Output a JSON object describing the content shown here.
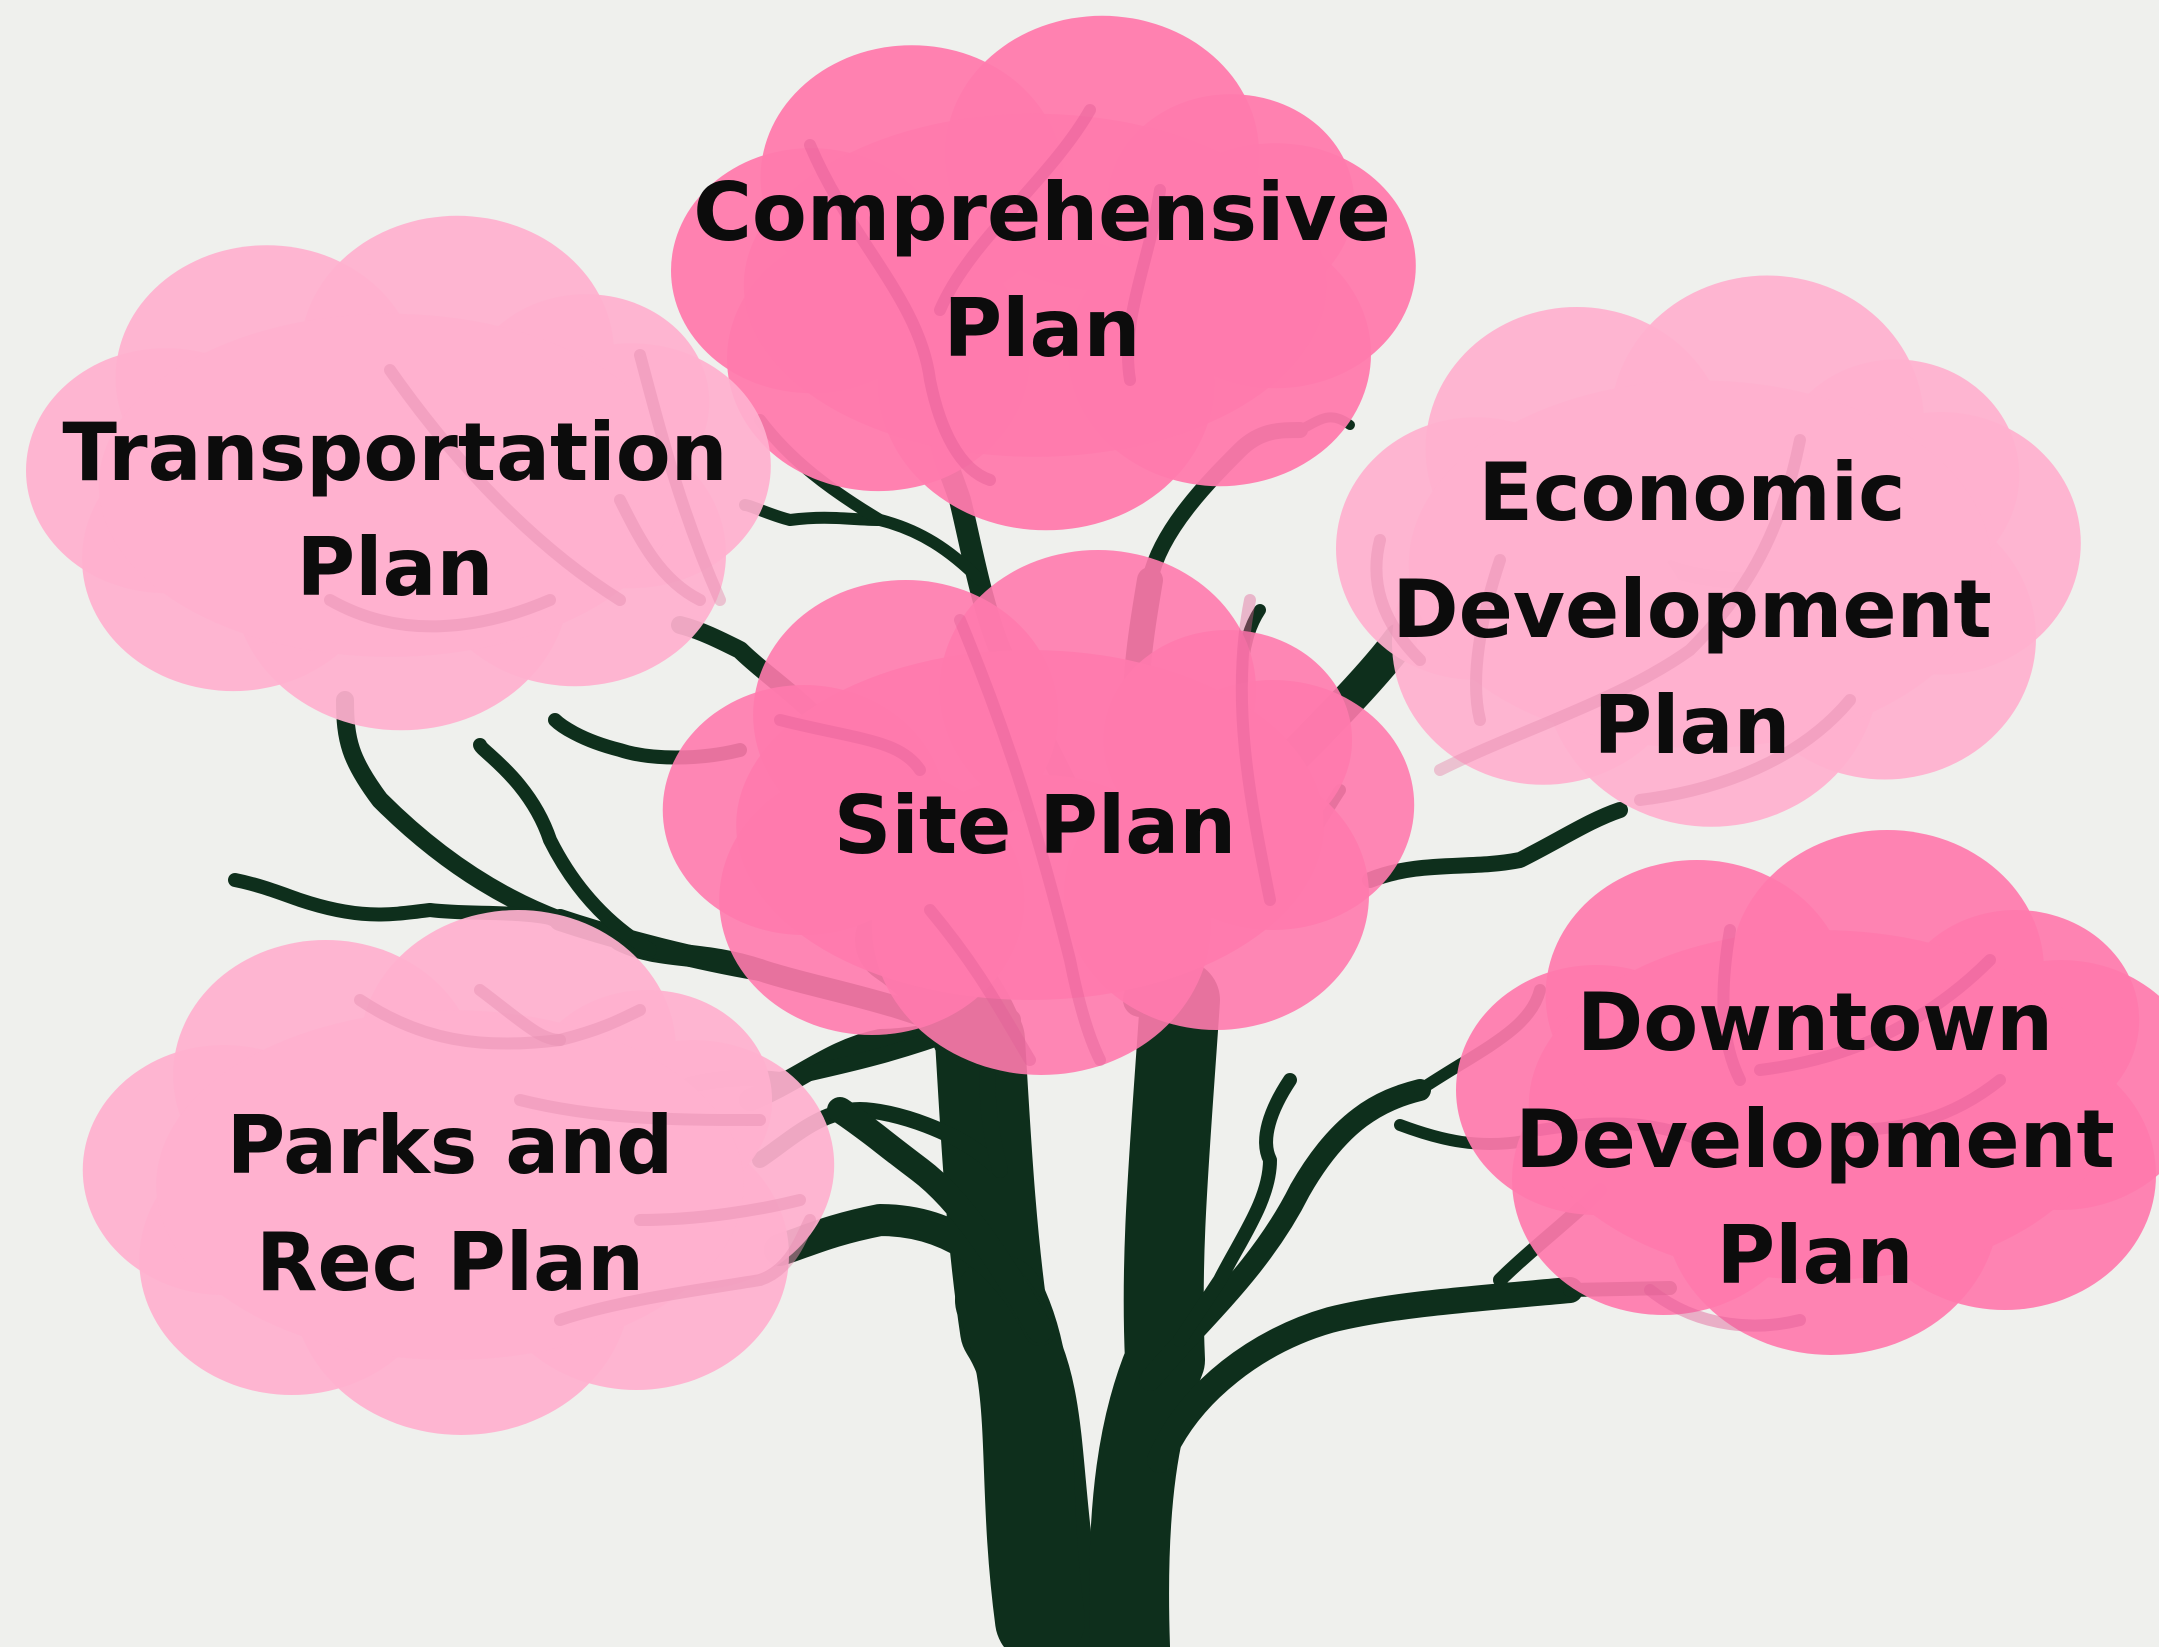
{
  "colors": {
    "background": "#eff0ed",
    "trunk": "#0e2f1c",
    "cloud_dark": "#ff7aad",
    "cloud_light": "#ffb0cf",
    "text": "#0c0c0c"
  },
  "clouds": {
    "comprehensive": {
      "line1": "Comprehensive",
      "line2": "Plan",
      "shade": "dark"
    },
    "transportation": {
      "line1": "Transportation",
      "line2": "Plan",
      "shade": "light"
    },
    "economic": {
      "line1": "Economic",
      "line2": "Development",
      "line3": "Plan",
      "shade": "light"
    },
    "site": {
      "line1": "Site Plan",
      "shade": "dark"
    },
    "parks": {
      "line1": "Parks and",
      "line2": "Rec Plan",
      "shade": "light"
    },
    "downtown": {
      "line1": "Downtown",
      "line2": "Development",
      "line3": "Plan",
      "shade": "dark"
    }
  }
}
